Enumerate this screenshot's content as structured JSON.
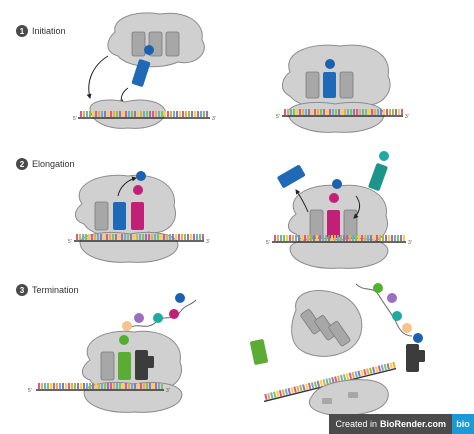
{
  "steps": [
    {
      "number": "1",
      "label": "Initiation"
    },
    {
      "number": "2",
      "label": "Elongation"
    },
    {
      "number": "3",
      "label": "Termination"
    }
  ],
  "strand": {
    "five_prime": "5'",
    "three_prime": "3'"
  },
  "colors": {
    "ribosome": "#d0d0d0",
    "ribosome_stroke": "#8c8c8c",
    "site_slot": "#a7a7a7",
    "trna_blue": "#1f69b6",
    "trna_magenta": "#c21f77",
    "trna_green": "#5aac35",
    "trna_teal": "#1b958b",
    "release_factor": "#3c3c3c",
    "amino_blue": "#1b61b0",
    "amino_magenta": "#c21f77",
    "amino_green": "#52b031",
    "amino_teal": "#1ea9a3",
    "amino_purple": "#9a6fc0",
    "amino_peach": "#f5c38c"
  },
  "watermark": {
    "prefix": "Created in",
    "brand": "BioRender.com",
    "logo": "bio"
  }
}
